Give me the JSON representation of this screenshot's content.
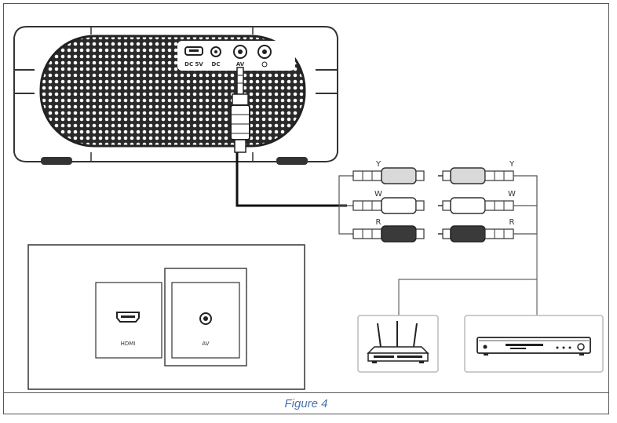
{
  "projector_ports": {
    "dc5v": "DC 5V",
    "dc": "DC",
    "av": "AV"
  },
  "rca_labels": {
    "left": [
      "Y",
      "W",
      "R"
    ],
    "right": [
      "Y",
      "W",
      "R"
    ]
  },
  "rca_colors": {
    "yellow": "#d9d9d9",
    "white": "#ffffff",
    "red": "#3a3a3a"
  },
  "panel_ports": {
    "hdmi": "HDMI",
    "av": "AV"
  },
  "devices": {
    "router_icon": "router-icon",
    "player_icon": "dvd-player-icon"
  },
  "caption": "Figure 4"
}
